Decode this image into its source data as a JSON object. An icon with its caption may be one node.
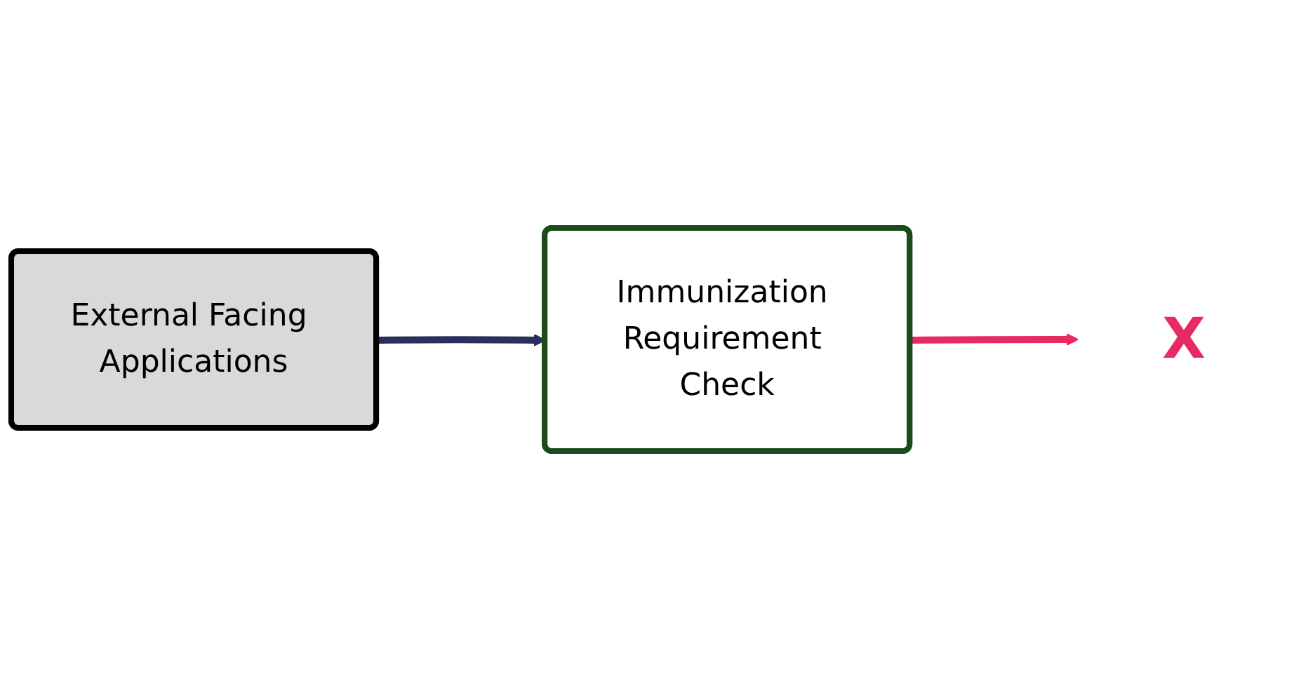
{
  "diagram": {
    "nodes": [
      {
        "text": [
          "External Facing Applications"
        ]
      },
      {
        "text": [
          "Immunization Requirement Check"
        ]
      },
      {
        "text": [
          "X"
        ]
      }
    ],
    "edges": [
      {
        "from": 0,
        "to": 1,
        "arrow": "to",
        "color": "#2b2d5c"
      },
      {
        "from": 1,
        "to": 2,
        "arrow": "to",
        "color": "#e62a64"
      }
    ]
  }
}
